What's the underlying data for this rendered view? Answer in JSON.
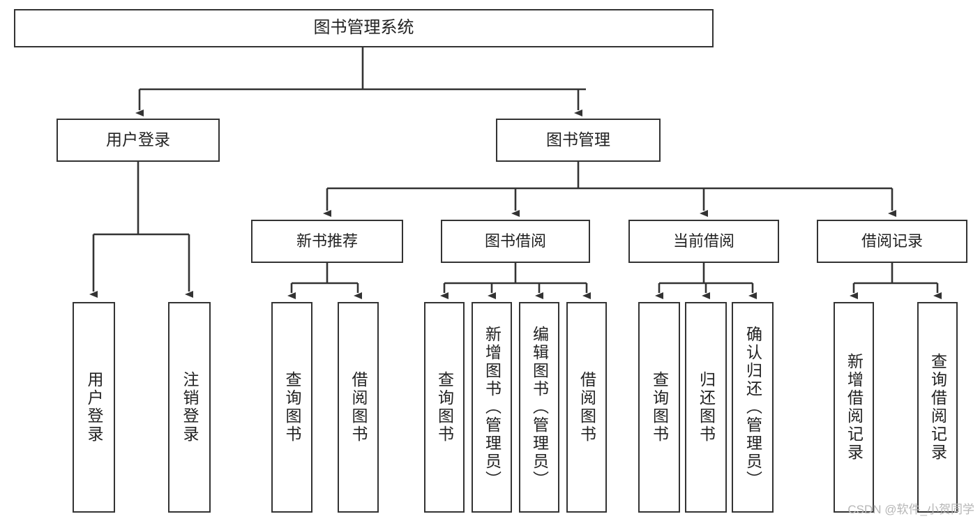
{
  "diagram": {
    "type": "tree-hierarchy",
    "title": "图书管理系统",
    "orientation": "top-down",
    "colors": {
      "box_border": "#333333",
      "box_fill": "#ffffff",
      "connector": "#333333",
      "text": "#222222",
      "watermark": "#b6b6b6",
      "background": "#ffffff"
    },
    "root": {
      "label": "图书管理系统"
    },
    "level1": [
      {
        "label": "用户登录"
      },
      {
        "label": "图书管理"
      }
    ],
    "level2": [
      {
        "label": "新书推荐"
      },
      {
        "label": "图书借阅"
      },
      {
        "label": "当前借阅"
      },
      {
        "label": "借阅记录"
      }
    ],
    "leaves": {
      "user_login": [
        {
          "label": "用户登录"
        },
        {
          "label": "注销登录"
        }
      ],
      "new_book_recommend": [
        {
          "label": "查询图书"
        },
        {
          "label": "借阅图书"
        }
      ],
      "book_borrow": [
        {
          "label": "查询图书"
        },
        {
          "label": "新增图书（管理员）"
        },
        {
          "label": "编辑图书（管理员）"
        },
        {
          "label": "借阅图书"
        }
      ],
      "current_borrow": [
        {
          "label": "查询图书"
        },
        {
          "label": "归还图书"
        },
        {
          "label": "确认归还（管理员）"
        }
      ],
      "borrow_record": [
        {
          "label": "新增借阅记录"
        },
        {
          "label": "查询借阅记录"
        }
      ]
    }
  },
  "watermark": {
    "text": "CSDN @软件_小贺同学"
  }
}
